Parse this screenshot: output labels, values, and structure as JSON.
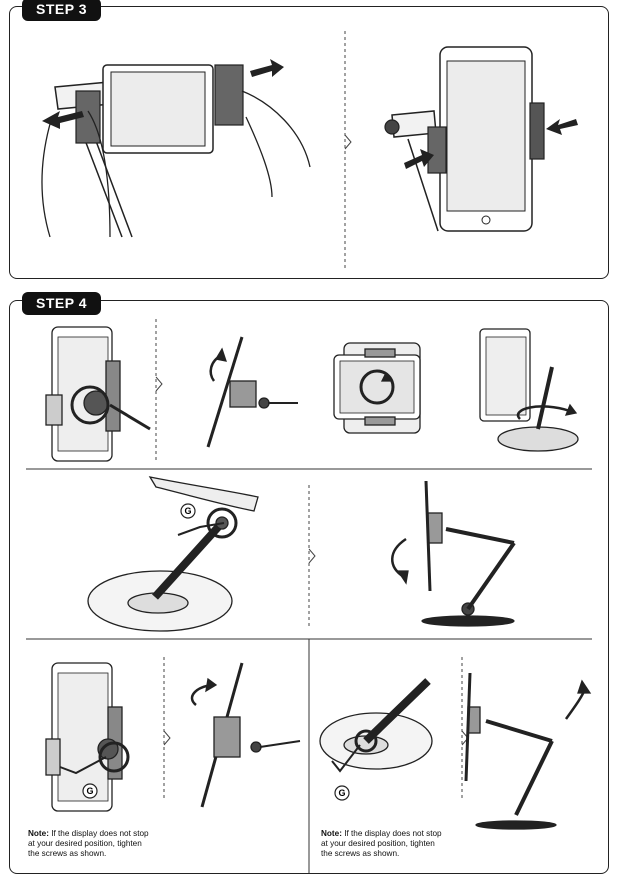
{
  "step3": {
    "title": "STEP 3"
  },
  "step4": {
    "title": "STEP 4",
    "tool_label": "G",
    "note_left": {
      "label": "Note:",
      "text": " If the display does not stop at your desired position, tighten the screws as shown."
    },
    "note_right": {
      "label": "Note:",
      "text": " If the display does not stop at your desired position, tighten the screws as shown."
    }
  }
}
